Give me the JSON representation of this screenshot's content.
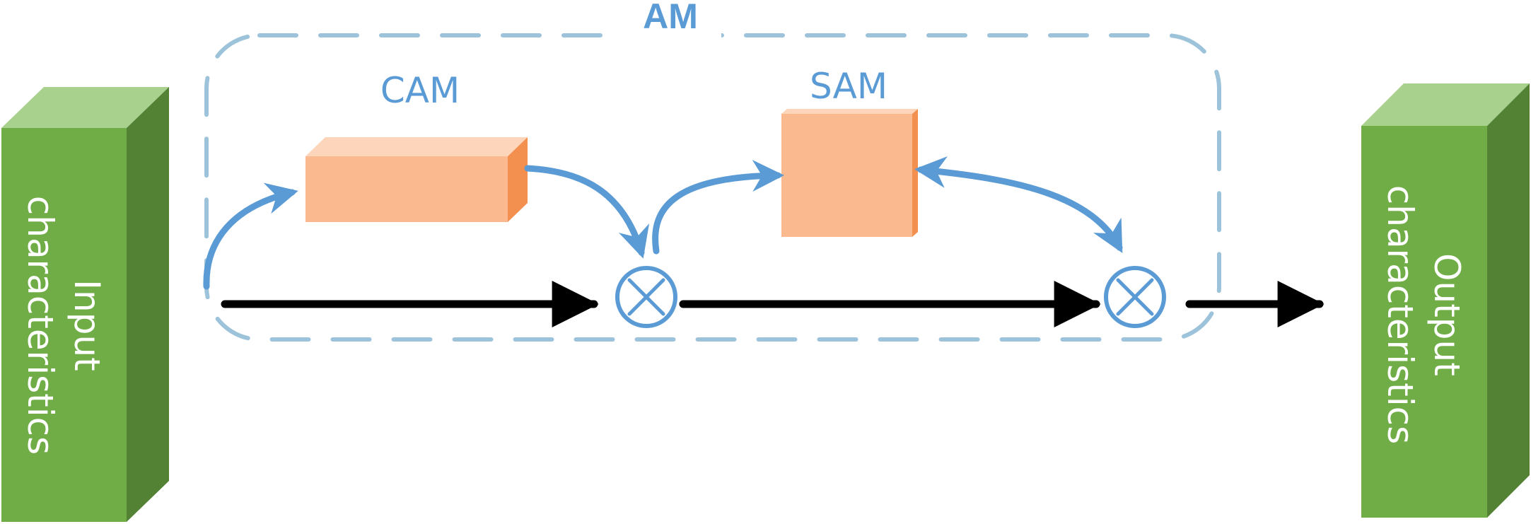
{
  "group": {
    "title": "AM"
  },
  "modules": {
    "cam": {
      "label": "CAM"
    },
    "sam": {
      "label": "SAM"
    }
  },
  "blocks": {
    "input": {
      "line1": "Input",
      "line2": "characteristics"
    },
    "output": {
      "line1": "Output",
      "line2": "characteristics"
    }
  },
  "operators": {
    "multiply_1": "⊗",
    "multiply_2": "⊗"
  },
  "colors": {
    "group_border": "#9DC3DA",
    "label_blue": "#5B9BD5",
    "arrow_blue": "#5B9BD5",
    "cube_front": "#FBB990",
    "cube_top": "#FCD5BA",
    "cube_side": "#F4904F",
    "block_front": "#70AD47",
    "block_top": "#A9D18E",
    "block_side": "#548235",
    "main_arrow": "#000000"
  },
  "icons": {
    "multiply": "circle-times-icon"
  }
}
